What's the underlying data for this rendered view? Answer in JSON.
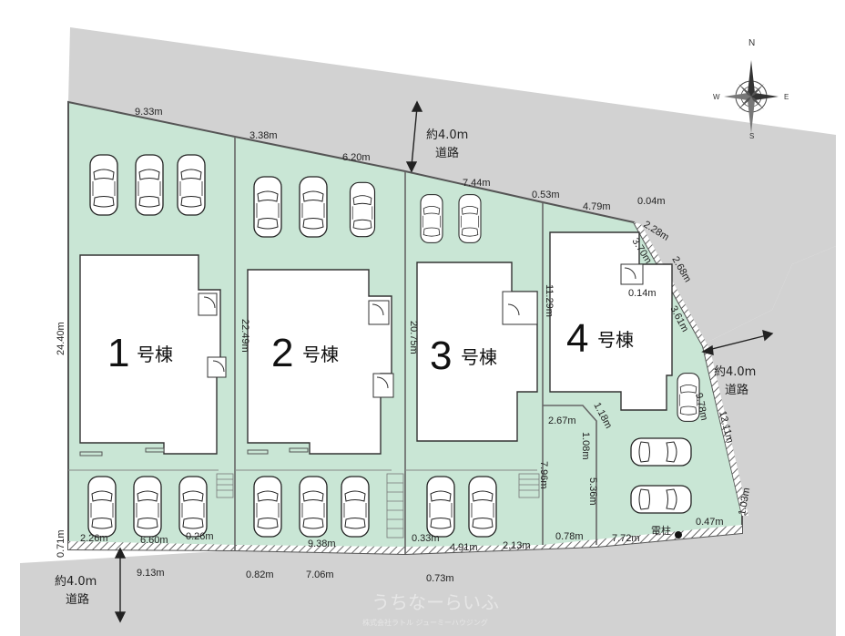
{
  "roads": {
    "north": {
      "label": "約4.0m",
      "sub": "道路"
    },
    "east": {
      "label": "約4.0m",
      "sub": "道路"
    },
    "south": {
      "label": "約4.0m",
      "sub": "道路"
    }
  },
  "buildings": [
    {
      "num": "1",
      "suffix": "号棟"
    },
    {
      "num": "2",
      "suffix": "号棟"
    },
    {
      "num": "3",
      "suffix": "号棟"
    },
    {
      "num": "4",
      "suffix": "号棟"
    }
  ],
  "compass": {
    "n": "N",
    "e": "E",
    "s": "S",
    "w": "W"
  },
  "utility_pole": "電柱",
  "watermark": {
    "line1": "うちなーらいふ",
    "line2": "株式会社ラトル ジューミーハウジング"
  },
  "dims": {
    "top1": "9.33m",
    "top2": "3.38m",
    "top3": "6.20m",
    "top4": "7.44m",
    "top5": "0.53m",
    "top6": "4.79m",
    "top7": "0.04m",
    "ne1": "2.28m",
    "ne2": "3.70m",
    "ne3": "2.68m",
    "ne4": "0.14m",
    "ne5": "3.61m",
    "east1": "9.78m",
    "east2": "12.11m",
    "east3": "1.03m",
    "east4": "0.47m",
    "left1": "24.40m",
    "left2": "0.71m",
    "v2": "22.49m",
    "v3": "20.75m",
    "v4": "11.29m",
    "l4a": "2.67m",
    "l4b": "1.18m",
    "l4c": "1.08m",
    "l4d": "5.36m",
    "l4e": "7.96m",
    "b1": "2.26m",
    "b2": "6.60m",
    "b3": "0.26m",
    "b4": "9.13m",
    "b5": "0.82m",
    "b6": "9.38m",
    "b7": "7.06m",
    "b8": "0.33m",
    "b9": "4.91m",
    "b10": "2.13m",
    "b11": "0.73m",
    "b12": "0.78m",
    "b13": "7.72m"
  }
}
